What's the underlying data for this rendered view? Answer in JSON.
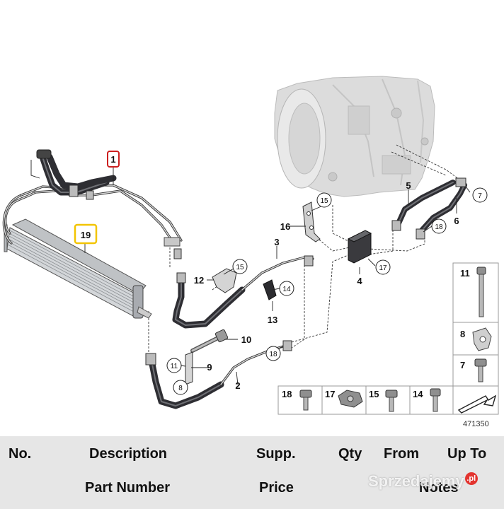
{
  "diagram": {
    "drawing_number": "471350",
    "callouts": [
      "1",
      "2",
      "3",
      "4",
      "5",
      "6",
      "7",
      "8",
      "9",
      "10",
      "11",
      "12",
      "13",
      "14",
      "15",
      "16",
      "17",
      "18",
      "19"
    ]
  },
  "table_header": {
    "row1": [
      "No.",
      "Description",
      "Supp.",
      "Qty",
      "From",
      "Up To"
    ],
    "row2": [
      "Part Number",
      "Price",
      "Notes"
    ]
  },
  "watermark": {
    "text": "Sprzedajemy",
    "badge": ".pl"
  },
  "colors": {
    "header_bg": "#e6e6e6",
    "highlight_red": "#cc1f1f",
    "highlight_yellow": "#f2c400",
    "hose": "#2e2e33",
    "transmission": "#d2d2d2"
  }
}
